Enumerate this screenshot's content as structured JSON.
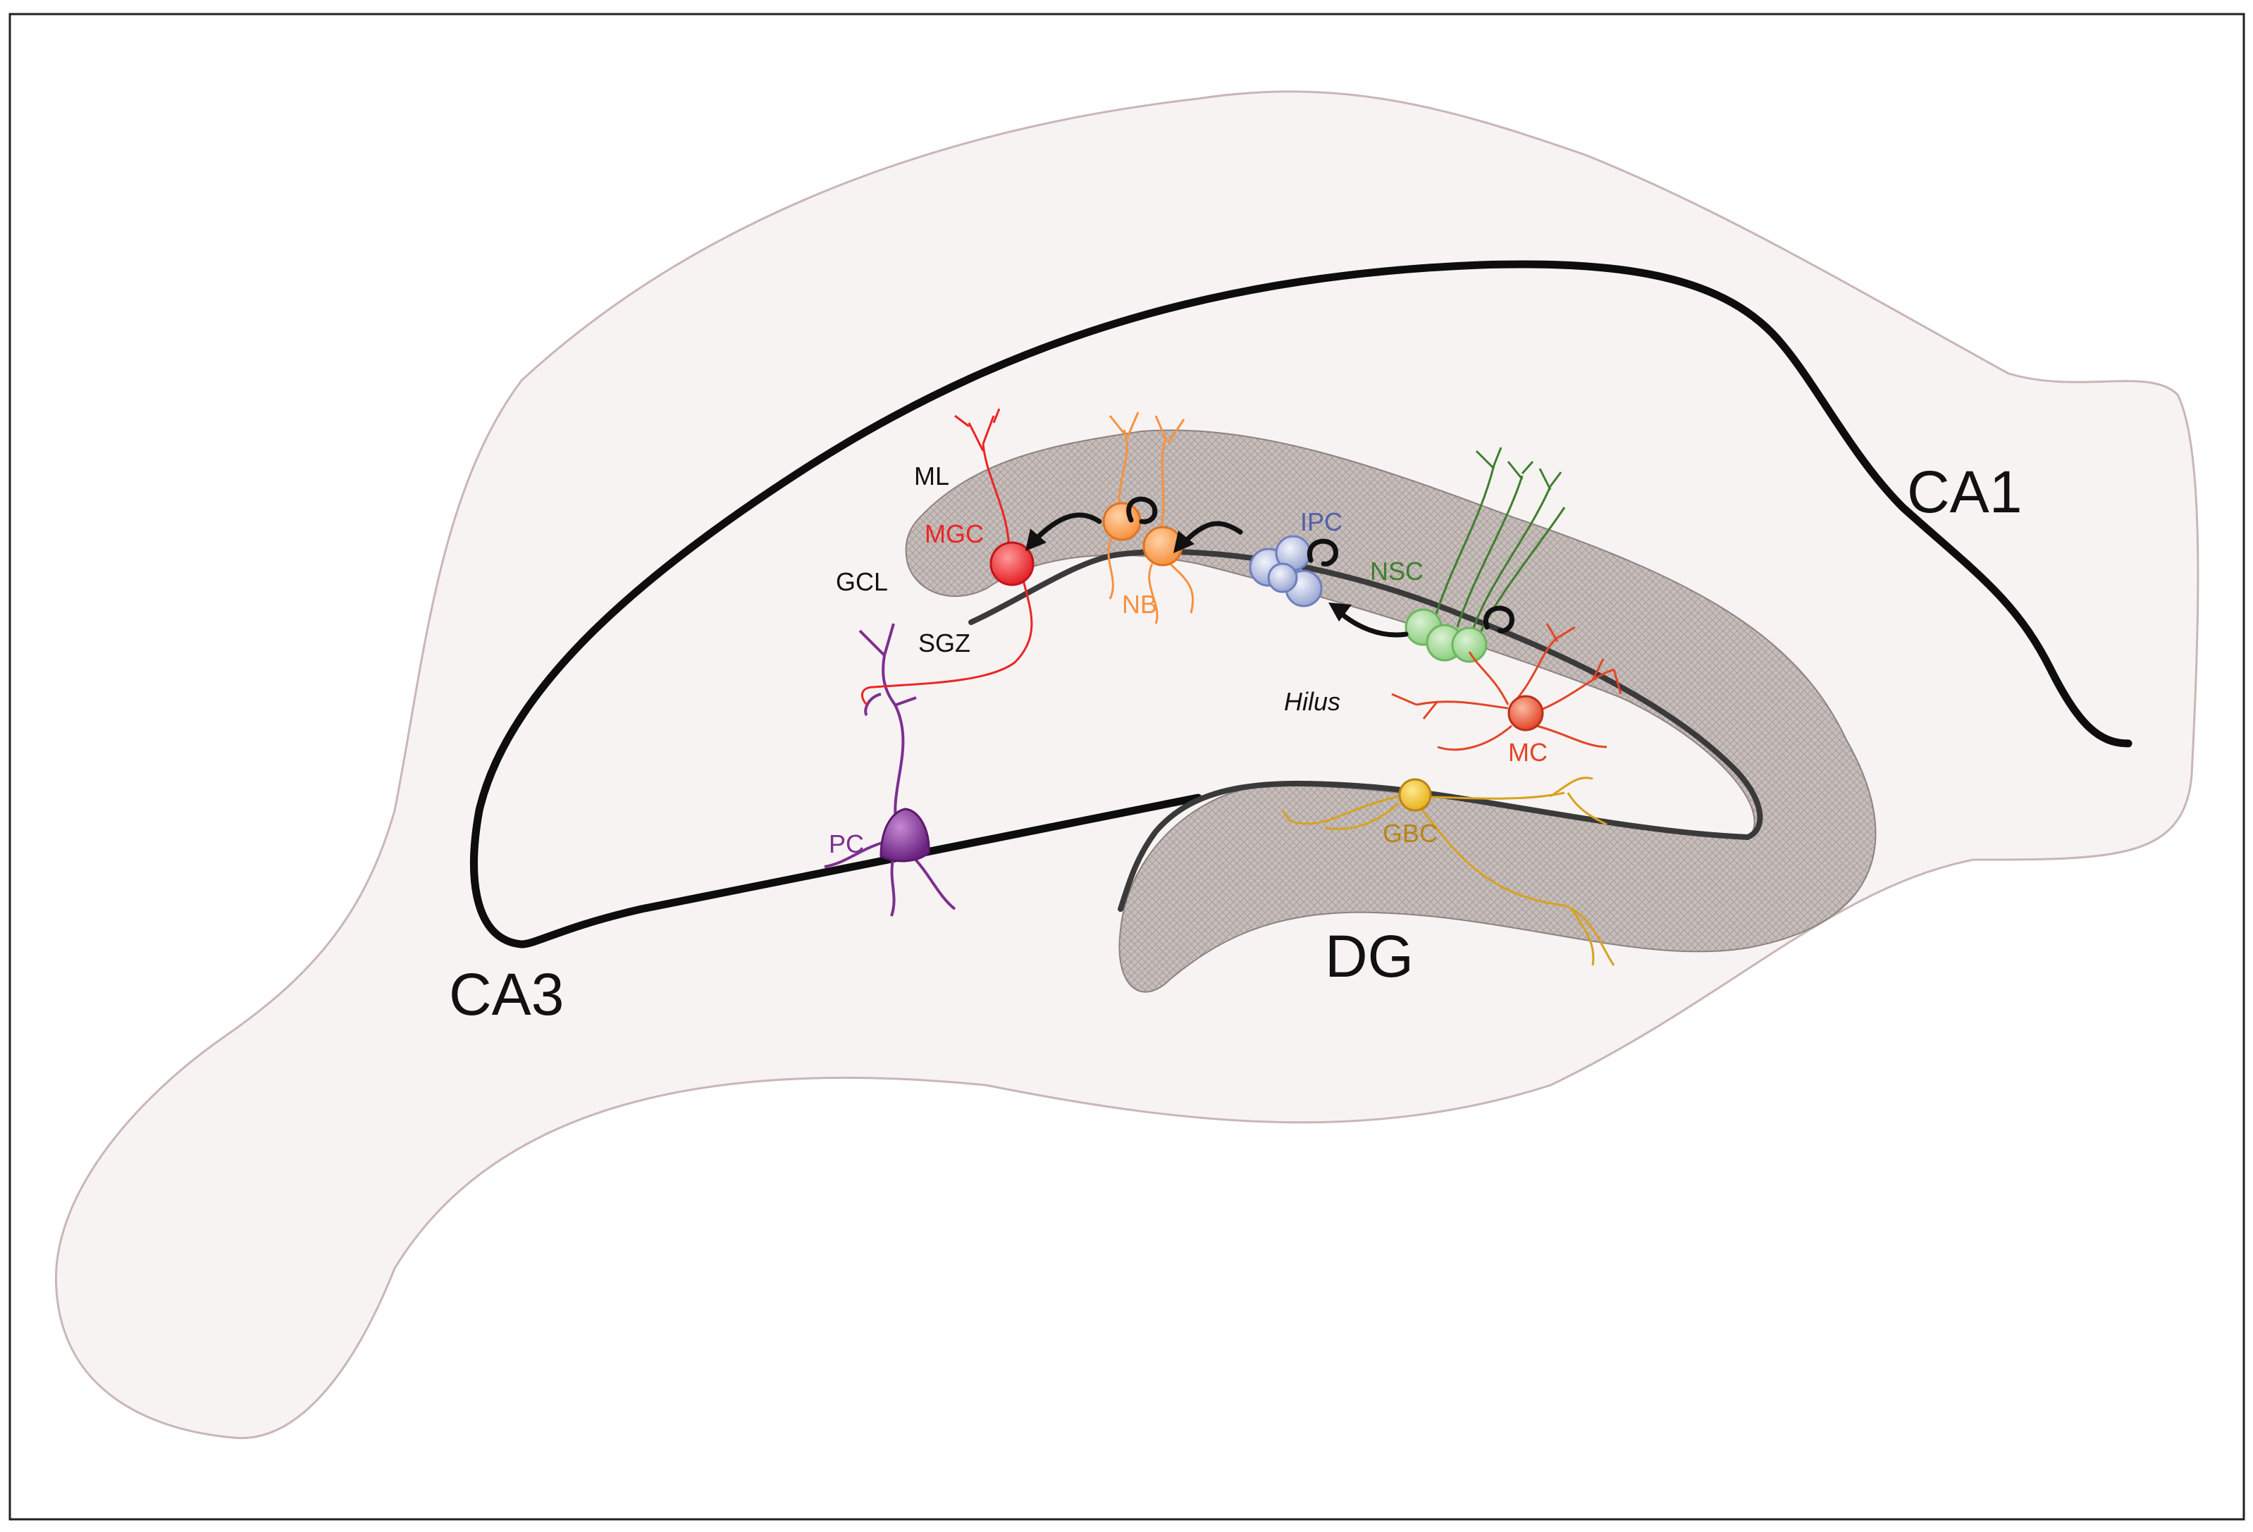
{
  "regions": {
    "ca1": "CA1",
    "ca3": "CA3",
    "dg": "DG"
  },
  "layers": {
    "ml": "ML",
    "gcl": "GCL",
    "sgz": "SGZ",
    "hilus": "Hilus"
  },
  "cells": {
    "mgc": "MGC",
    "nb": "NB",
    "ipc": "IPC",
    "nsc": "NSC",
    "mc": "MC",
    "gbc": "GBC",
    "pc": "PC"
  },
  "colors": {
    "tissue": "#f7f3f3",
    "tissue_edge": "#c9b6b6",
    "granule_layer": "#c9c0bd",
    "cell_layer_line": "#111111",
    "mgc": "#ee2324",
    "nb": "#f7913d",
    "ipc": "#5160a8",
    "nsc": "#3e7f2c",
    "mc": "#e34526",
    "gbc": "#d7a21f",
    "pc": "#7d2f8e"
  }
}
